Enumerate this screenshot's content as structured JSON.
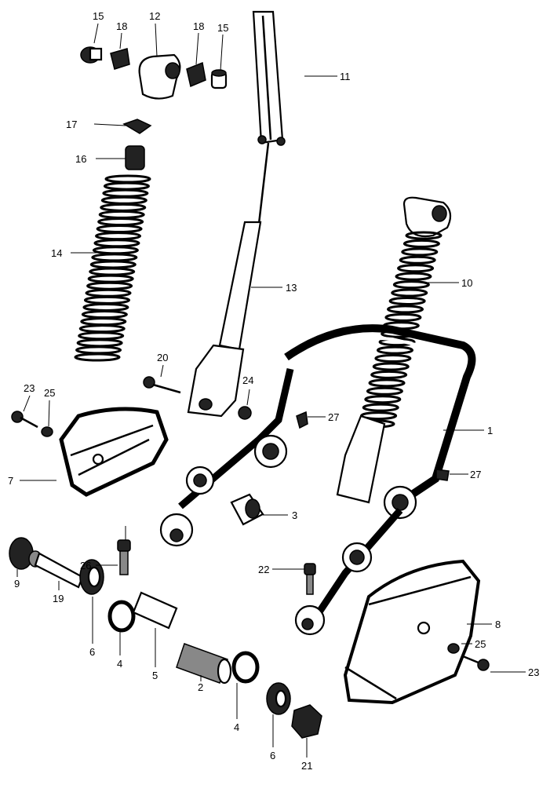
{
  "title": "Rear suspension exploded parts diagram",
  "callouts": [
    "15",
    "18",
    "12",
    "18",
    "15",
    "11",
    "17",
    "16",
    "14",
    "13",
    "10",
    "20",
    "24",
    "23",
    "25",
    "27",
    "1",
    "27",
    "7",
    "3",
    "26",
    "22",
    "9",
    "19",
    "6",
    "4",
    "5",
    "2",
    "8",
    "25",
    "23",
    "4",
    "6",
    "21"
  ]
}
